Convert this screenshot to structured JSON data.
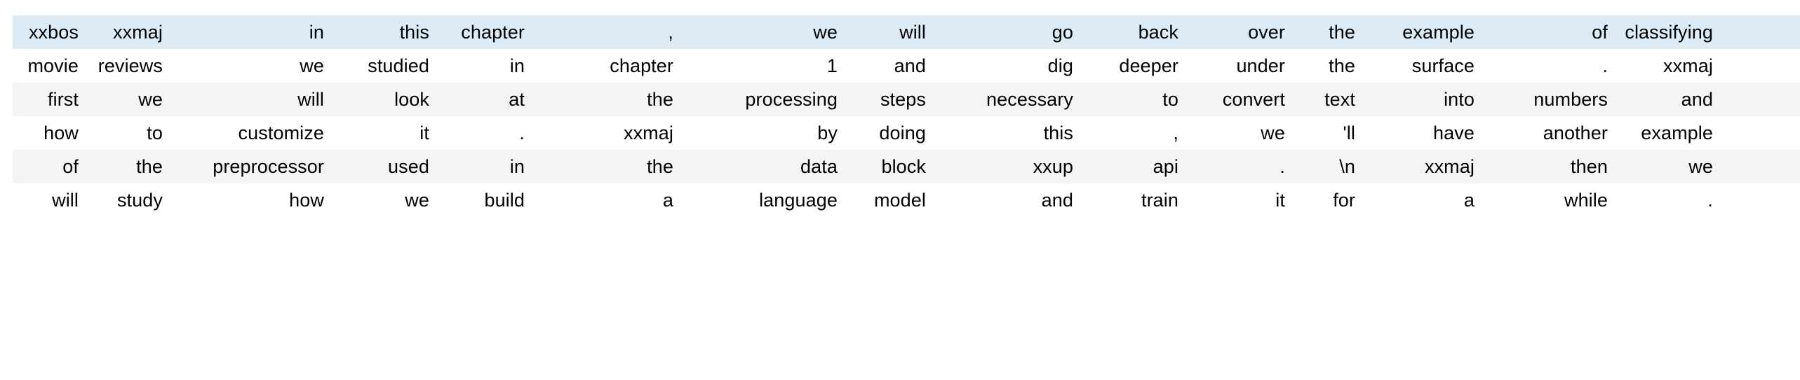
{
  "table": {
    "kind": "tokenized-text-grid",
    "column_count": 16,
    "row_count": 6,
    "row_styles": [
      "highlight",
      "plain",
      "stripe",
      "plain",
      "stripe",
      "plain"
    ],
    "colors": {
      "highlight_row_background": "#ddebf7",
      "stripe_row_background": "#f4f4f4",
      "plain_row_background": "#ffffff",
      "text": "#000000",
      "page_background": "#ffffff"
    },
    "rows": [
      [
        "xxbos",
        "xxmaj",
        "in",
        "this",
        "chapter",
        ",",
        "we",
        "will",
        "go",
        "back",
        "over",
        "the",
        "example",
        "of",
        "classifying"
      ],
      [
        "movie",
        "reviews",
        "we",
        "studied",
        "in",
        "chapter",
        "1",
        "and",
        "dig",
        "deeper",
        "under",
        "the",
        "surface",
        ".",
        "xxmaj"
      ],
      [
        "first",
        "we",
        "will",
        "look",
        "at",
        "the",
        "processing",
        "steps",
        "necessary",
        "to",
        "convert",
        "text",
        "into",
        "numbers",
        "and"
      ],
      [
        "how",
        "to",
        "customize",
        "it",
        ".",
        "xxmaj",
        "by",
        "doing",
        "this",
        ",",
        "we",
        "'ll",
        "have",
        "another",
        "example"
      ],
      [
        "of",
        "the",
        "preprocessor",
        "used",
        "in",
        "the",
        "data",
        "block",
        "xxup",
        "api",
        ".",
        "\\n",
        "xxmaj",
        "then",
        "we"
      ],
      [
        "will",
        "study",
        "how",
        "we",
        "build",
        "a",
        "language",
        "model",
        "and",
        "train",
        "it",
        "for",
        "a",
        "while",
        "."
      ]
    ]
  }
}
